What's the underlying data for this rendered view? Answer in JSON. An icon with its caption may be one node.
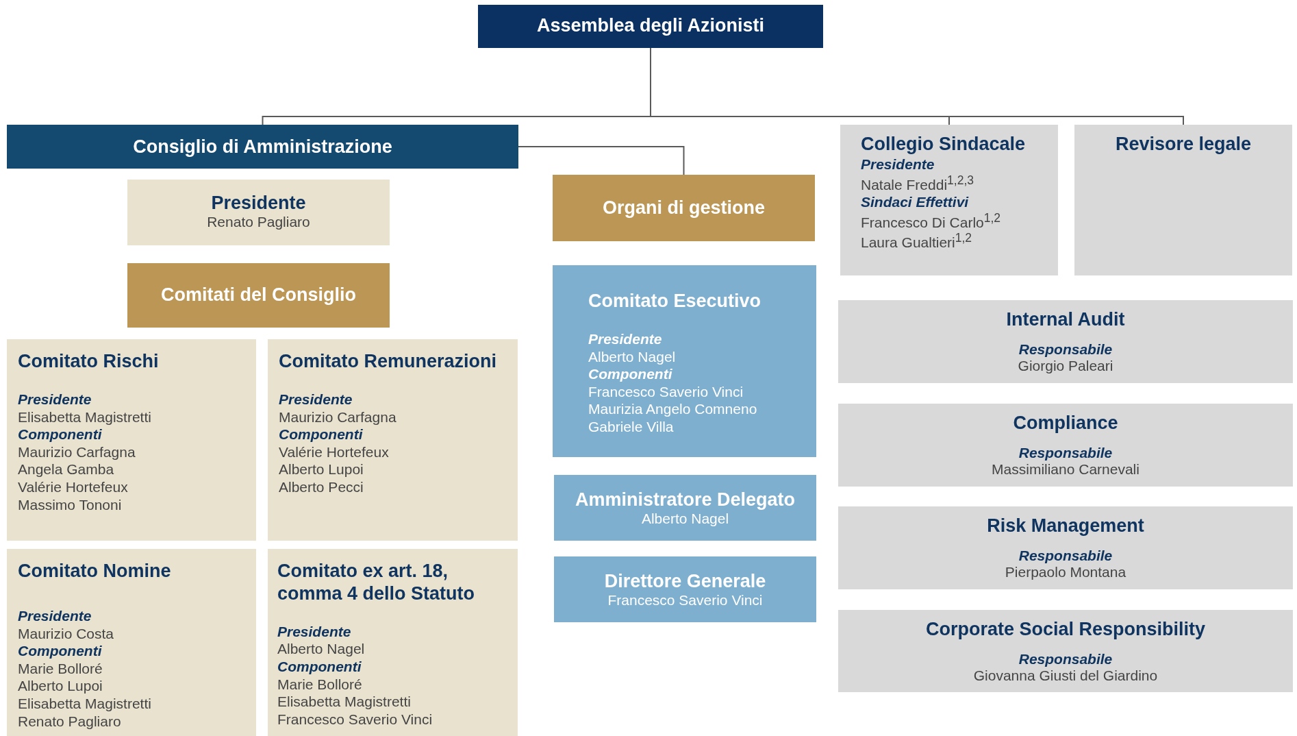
{
  "diagram": {
    "nodes": [
      {
        "text": [
          "Assemblea degli Azionisti"
        ]
      },
      {
        "text": [
          "Consiglio di Amministrazione"
        ]
      },
      {
        "text": [
          "Presidente",
          "Renato Pagliaro"
        ]
      },
      {
        "text": [
          "Comitati del Consiglio"
        ]
      },
      {
        "text": [
          "Comitato Rischi",
          "Presidente",
          "Elisabetta Magistretti",
          "Componenti",
          "Maurizio Carfagna",
          "Angela Gamba",
          "Valérie Hortefeux",
          "Massimo Tononi"
        ]
      },
      {
        "text": [
          "Comitato Remunerazioni",
          "Presidente",
          "Maurizio Carfagna",
          "Componenti",
          "Valérie Hortefeux",
          "Alberto Lupoi",
          "Alberto Pecci"
        ]
      },
      {
        "text": [
          "Comitato Nomine",
          "Presidente",
          "Maurizio Costa",
          "Componenti",
          "Marie Bolloré",
          "Alberto Lupoi",
          "Elisabetta Magistretti",
          "Renato Pagliaro"
        ]
      },
      {
        "text": [
          "Comitato ex art. 18, comma 4 dello Statuto",
          "Presidente",
          "Alberto Nagel",
          "Componenti",
          "Marie Bolloré",
          "Elisabetta Magistretti",
          "Francesco Saverio Vinci"
        ]
      },
      {
        "text": [
          "Organi di gestione"
        ]
      },
      {
        "text": [
          "Comitato Esecutivo",
          "Presidente",
          "Alberto Nagel",
          "Componenti",
          "Francesco Saverio Vinci",
          "Maurizia Angelo Comneno",
          "Gabriele Villa"
        ]
      },
      {
        "text": [
          "Amministratore Delegato",
          "Alberto Nagel"
        ]
      },
      {
        "text": [
          "Direttore Generale",
          "Francesco Saverio Vinci"
        ]
      },
      {
        "text": [
          "Collegio Sindacale",
          "Presidente",
          "Natale Freddi$^{1,2,3}$",
          "Sindaci Effettivi",
          "Francesco Di Carlo$^{1,2}$",
          "Laura Gualtieri$^{1,2}$"
        ]
      },
      {
        "text": [
          "Revisore legale"
        ]
      },
      {
        "text": [
          "Internal Audit",
          "Responsabile",
          "Giorgio Paleari"
        ]
      },
      {
        "text": [
          "Compliance",
          "Responsabile",
          "Massimiliano Carnevali"
        ]
      },
      {
        "text": [
          "Risk Management",
          "Responsabile",
          "Pierpaolo Montana"
        ]
      },
      {
        "text": [
          "Corporate Social Responsibility",
          "Responsabile",
          "Giovanna Giusti del Giardino"
        ]
      }
    ],
    "edges": [
      {
        "from": 0,
        "to": 1,
        "arrow": "none"
      },
      {
        "from": 0,
        "to": 12,
        "arrow": "none"
      },
      {
        "from": 0,
        "to": 13,
        "arrow": "none"
      },
      {
        "from": 1,
        "to": 8,
        "arrow": "none"
      }
    ]
  }
}
